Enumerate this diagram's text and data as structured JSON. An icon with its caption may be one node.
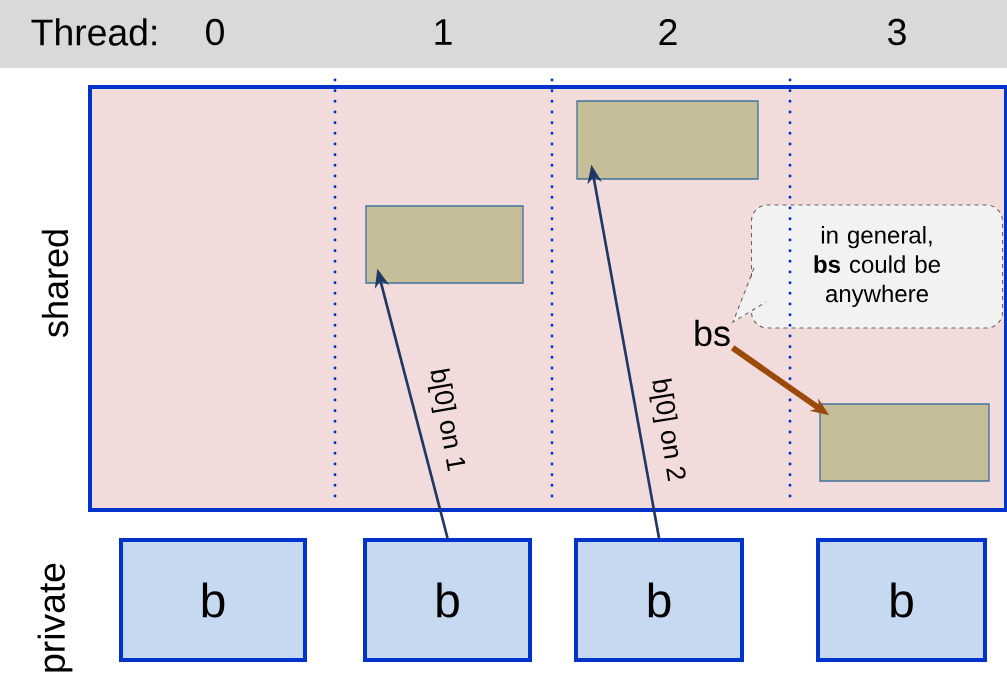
{
  "diagram": {
    "nodes": [
      {
        "text": [
          "shared"
        ]
      },
      {
        "text": [],
        "shape": "box",
        "in": 0
      },
      {
        "text": [],
        "shape": "box",
        "in": 0
      },
      {
        "text": [],
        "shape": "box",
        "in": 0
      },
      {
        "text": [
          "bs"
        ],
        "in": 0
      },
      {
        "text": [
          "in general, **bs** could be anywhere"
        ],
        "in": 0
      },
      {
        "text": [
          "b"
        ]
      },
      {
        "text": [
          "b"
        ]
      },
      {
        "text": [
          "b"
        ]
      },
      {
        "text": [
          "b"
        ]
      }
    ],
    "edges": [
      {
        "from": 7,
        "to": 1,
        "arrow": "to",
        "label": "b[0] on 1"
      },
      {
        "from": 8,
        "to": 2,
        "arrow": "to",
        "label": "b[0] on 2"
      },
      {
        "from": 4,
        "to": 3,
        "arrow": "to",
        "style": "thick",
        "color": "#9c4a0c"
      }
    ],
    "labels": [
      "Thread:",
      "0",
      "1",
      "2",
      "3",
      "private"
    ]
  }
}
